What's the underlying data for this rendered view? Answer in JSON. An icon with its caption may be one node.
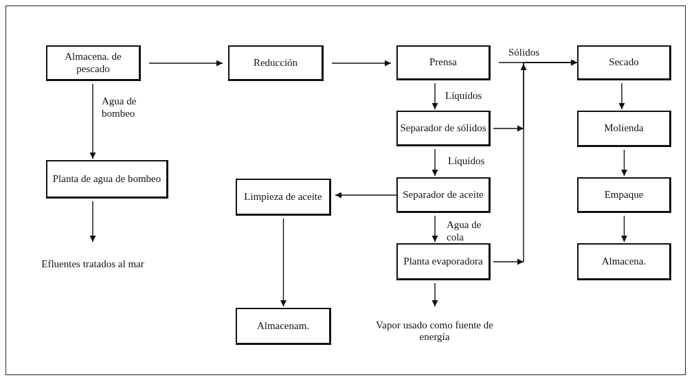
{
  "diagram": {
    "nodes": [
      {
        "text": [
          "Almacena. de pescado"
        ]
      },
      {
        "text": [
          "Reducción"
        ]
      },
      {
        "text": [
          "Prensa"
        ]
      },
      {
        "text": [
          "Secado"
        ]
      },
      {
        "text": [
          "Separador de sólidos"
        ]
      },
      {
        "text": [
          "Molienda"
        ]
      },
      {
        "text": [
          "Planta de agua de bombeo"
        ]
      },
      {
        "text": [
          "Limpieza de aceite"
        ]
      },
      {
        "text": [
          "Separador de aceite"
        ]
      },
      {
        "text": [
          "Empaque"
        ]
      },
      {
        "text": [
          "Planta evaporadora"
        ]
      },
      {
        "text": [
          "Almacena."
        ]
      },
      {
        "text": [
          "Efluentes tratados al mar"
        ]
      },
      {
        "text": [
          "Almacenam."
        ]
      },
      {
        "text": [
          "Vapor usado como fuente de energía"
        ]
      }
    ],
    "edges": [
      {
        "from": 0,
        "to": 1,
        "arrow": "to"
      },
      {
        "from": 1,
        "to": 2,
        "arrow": "to"
      },
      {
        "from": 2,
        "to": 3,
        "arrow": "to",
        "label": "Sólidos"
      },
      {
        "from": 4,
        "to": 3,
        "arrow": "to"
      },
      {
        "from": 10,
        "to": 3,
        "arrow": "to"
      },
      {
        "from": 2,
        "to": 4,
        "arrow": "to",
        "label": "Líquidos"
      },
      {
        "from": 4,
        "to": 8,
        "arrow": "to",
        "label": "Líquidos"
      },
      {
        "from": 8,
        "to": 7,
        "arrow": "to"
      },
      {
        "from": 8,
        "to": 10,
        "arrow": "to",
        "label": "Agua de cola"
      },
      {
        "from": 10,
        "to": 14,
        "arrow": "to"
      },
      {
        "from": 7,
        "to": 13,
        "arrow": "to"
      },
      {
        "from": 0,
        "to": 6,
        "arrow": "to",
        "label": "Agua de bombeo"
      },
      {
        "from": 6,
        "to": 12,
        "arrow": "to"
      },
      {
        "from": 3,
        "to": 5,
        "arrow": "to"
      },
      {
        "from": 5,
        "to": 9,
        "arrow": "to"
      },
      {
        "from": 9,
        "to": 11,
        "arrow": "to"
      }
    ]
  }
}
